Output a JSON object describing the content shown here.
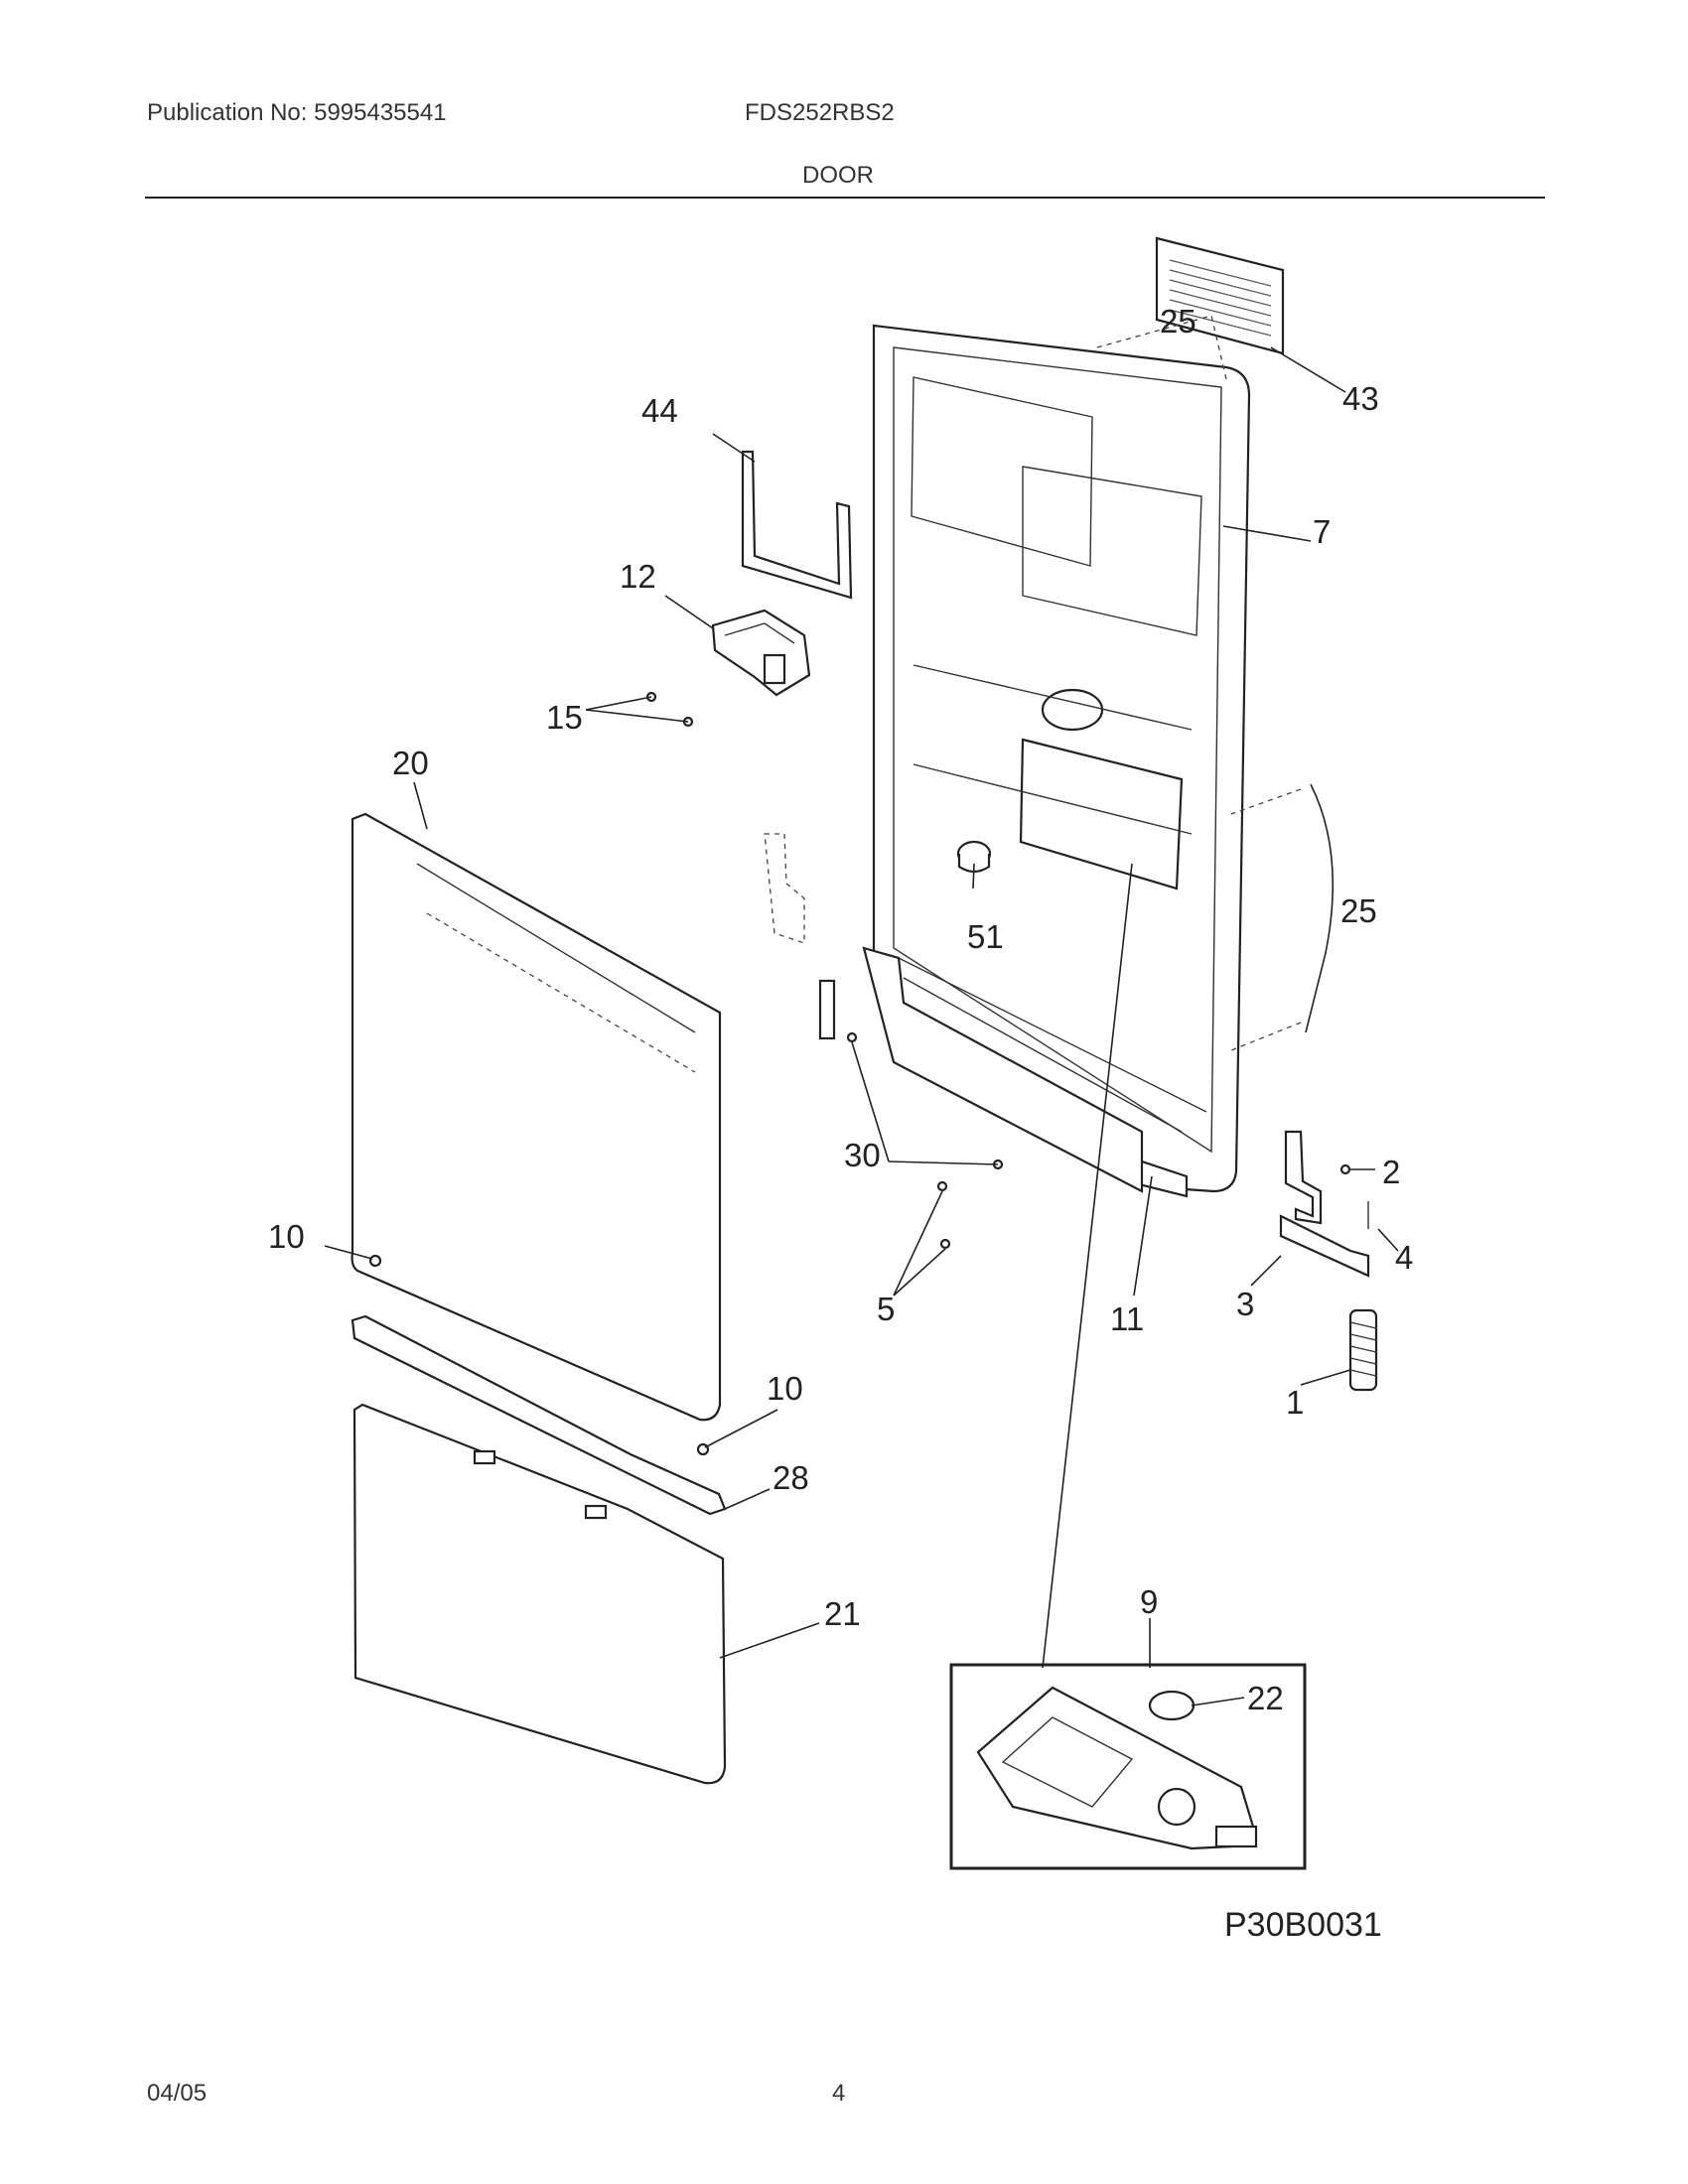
{
  "header": {
    "publication": "Publication No: 5995435541",
    "model": "FDS252RBS2",
    "section_title": "DOOR"
  },
  "footer": {
    "date": "04/05",
    "page_number": "4"
  },
  "diagram": {
    "drawing_code": "P30B0031",
    "callouts": {
      "c25_top": "25",
      "c43": "43",
      "c44": "44",
      "c7": "7",
      "c12": "12",
      "c15": "15",
      "c20": "20",
      "c25_right": "25",
      "c51": "51",
      "c30": "30",
      "c2": "2",
      "c10_left": "10",
      "c4": "4",
      "c5": "5",
      "c11": "11",
      "c3": "3",
      "c10_mid": "10",
      "c1": "1",
      "c28": "28",
      "c9": "9",
      "c21": "21",
      "c22": "22"
    }
  }
}
